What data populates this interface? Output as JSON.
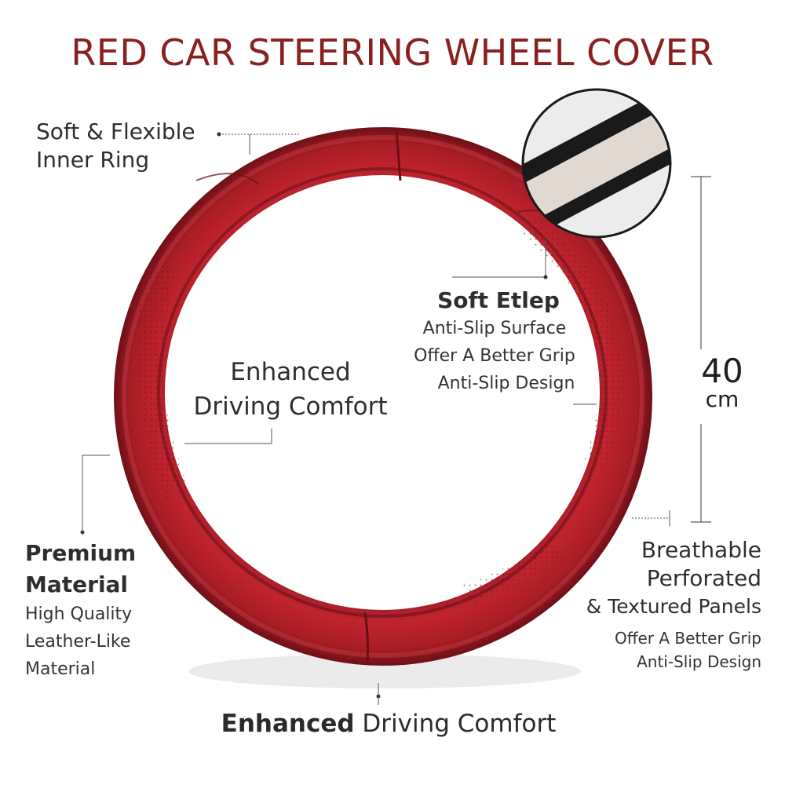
{
  "title": "RED CAR STEERING WHEEL COVER",
  "labels": {
    "inner_ring": [
      "Soft & Flexible",
      "Inner Ring"
    ],
    "soft_grip": {
      "heading": "Soft Etlep",
      "lines": [
        "Anti-Slip Surface",
        "Offer A Better Grip",
        "Anti-Slip Design"
      ]
    },
    "center_comfort": [
      "Enhanced",
      "Driving Comfort"
    ],
    "size": {
      "value": "40",
      "unit": "cm"
    },
    "premium": {
      "heading": [
        "Premium",
        "Material"
      ],
      "lines": [
        "High Quality",
        "Leather-Like",
        "Material"
      ]
    },
    "breathable": {
      "heading": [
        "Breathable",
        "Perforated",
        "& Textured Panels"
      ],
      "lines": [
        "Offer A Better Grip",
        "Anti-Slip Design"
      ]
    },
    "bottom": {
      "bold": "Enhanced",
      "rest": " Driving Comfort"
    }
  },
  "colors": {
    "title": "#8a1f1f",
    "cover": "#b41f2a",
    "cover_dark": "#7a121a",
    "cover_light": "#d13a44"
  }
}
